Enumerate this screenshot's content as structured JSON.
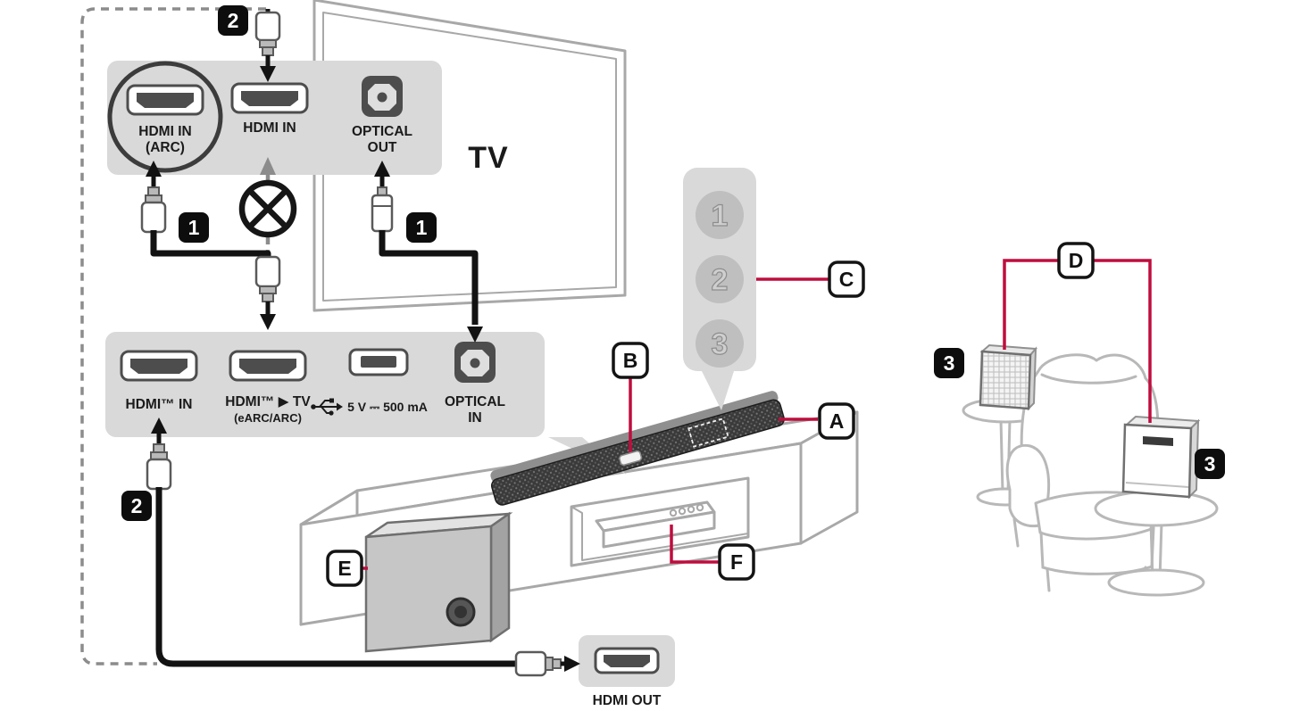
{
  "colors": {
    "accent": "#bf0d3e",
    "panel": "#d9d9d9",
    "badge": "#0d0d0d",
    "cable": "#121212",
    "outline": "#a8a8a8",
    "text": "#1a1a1a"
  },
  "tv": {
    "name": "TV",
    "ports": {
      "hdmi_arc_line1": "HDMI IN",
      "hdmi_arc_line2": "(ARC)",
      "hdmi_in": "HDMI IN",
      "optical_out_line1": "OPTICAL",
      "optical_out_line2": "OUT"
    }
  },
  "soundbar": {
    "ports": {
      "hdmi_in": "HDMI™ IN",
      "hdmi_tv_line1": "HDMI™ ▶ TV",
      "hdmi_tv_line2": "(eARC/ARC)",
      "usb": "5 V ⎓ 500 mA",
      "optical_in_line1": "OPTICAL",
      "optical_in_line2": "IN"
    },
    "source_buttons": {
      "b1": "1",
      "b2": "2",
      "b3": "3"
    }
  },
  "player": {
    "hdmi_out": "HDMI OUT"
  },
  "steps": {
    "s1": "1",
    "s2": "2",
    "s3": "3"
  },
  "callouts": {
    "a": "A",
    "b": "B",
    "c": "C",
    "d": "D",
    "e": "E",
    "f": "F"
  }
}
